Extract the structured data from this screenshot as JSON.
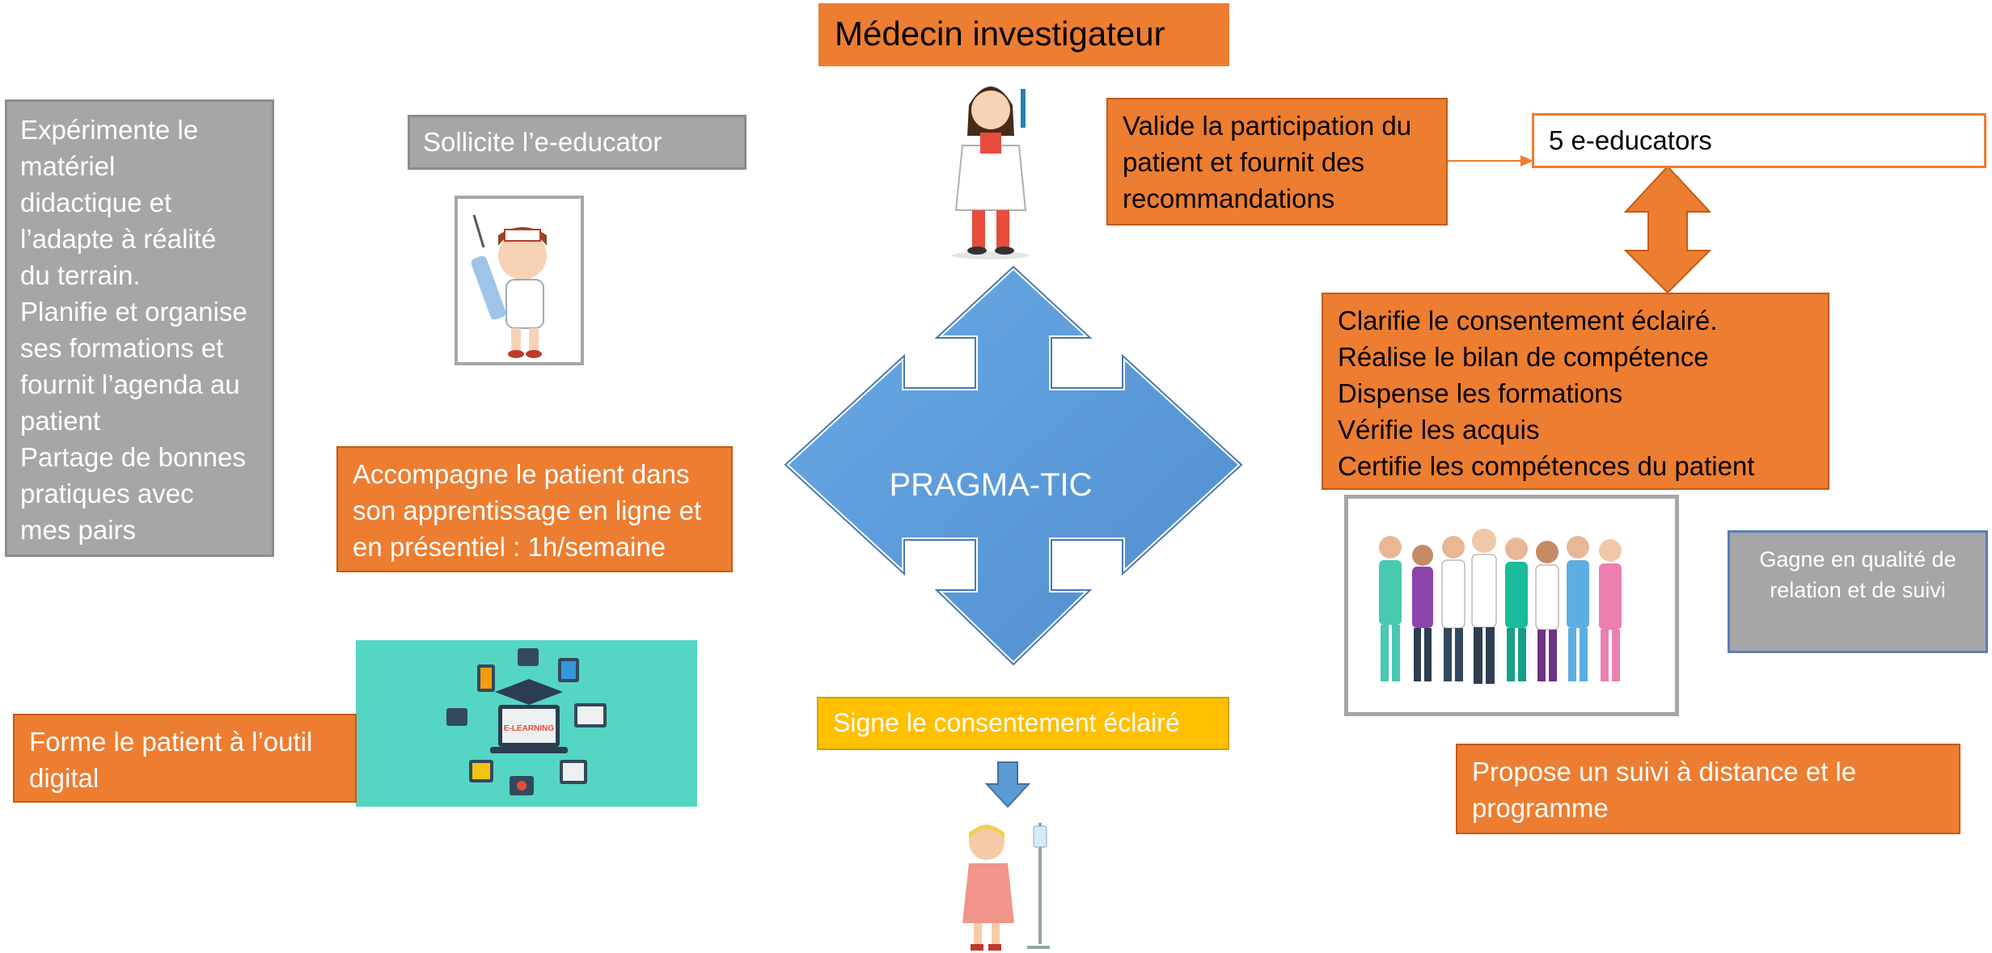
{
  "title": "Médecin investigateur",
  "center": "PRAGMA-TIC",
  "left_grey": "Expérimente le\nmatériel\ndidactique et\nl’adapte à réalité\ndu terrain.\nPlanifie et organise\nses formations et\nfournit l’agenda au\npatient\nPartage de bonnes\npratiques  avec\nmes pairs",
  "sollicite": "Sollicite l’e-educator",
  "accompagne": "Accompagne le patient dans\nson apprentissage en ligne et\nen présentiel : 1h/semaine",
  "forme": "Forme le patient à l’outil\ndigital",
  "elearning_label": "E-LEARNING",
  "valide": "Valide la participation du\npatient et fournit des\nrecommandations",
  "educators": "5 e-educators",
  "clarifie": "Clarifie le consentement éclairé.\nRéalise le bilan de compétence\nDispense les formations\nVérifie les acquis\nCertifie les compétences du  patient",
  "gagne": "Gagne  en qualité de\nrelation et de  suivi",
  "signe": "Signe le consentement éclairé",
  "propose": "Propose un suivi à distance et le\nprogramme",
  "colors": {
    "orange": "#ed7d31",
    "grey": "#a6a6a6",
    "blue": "#5b9bd5",
    "yellow": "#ffc000",
    "teal": "#55d6c2"
  }
}
